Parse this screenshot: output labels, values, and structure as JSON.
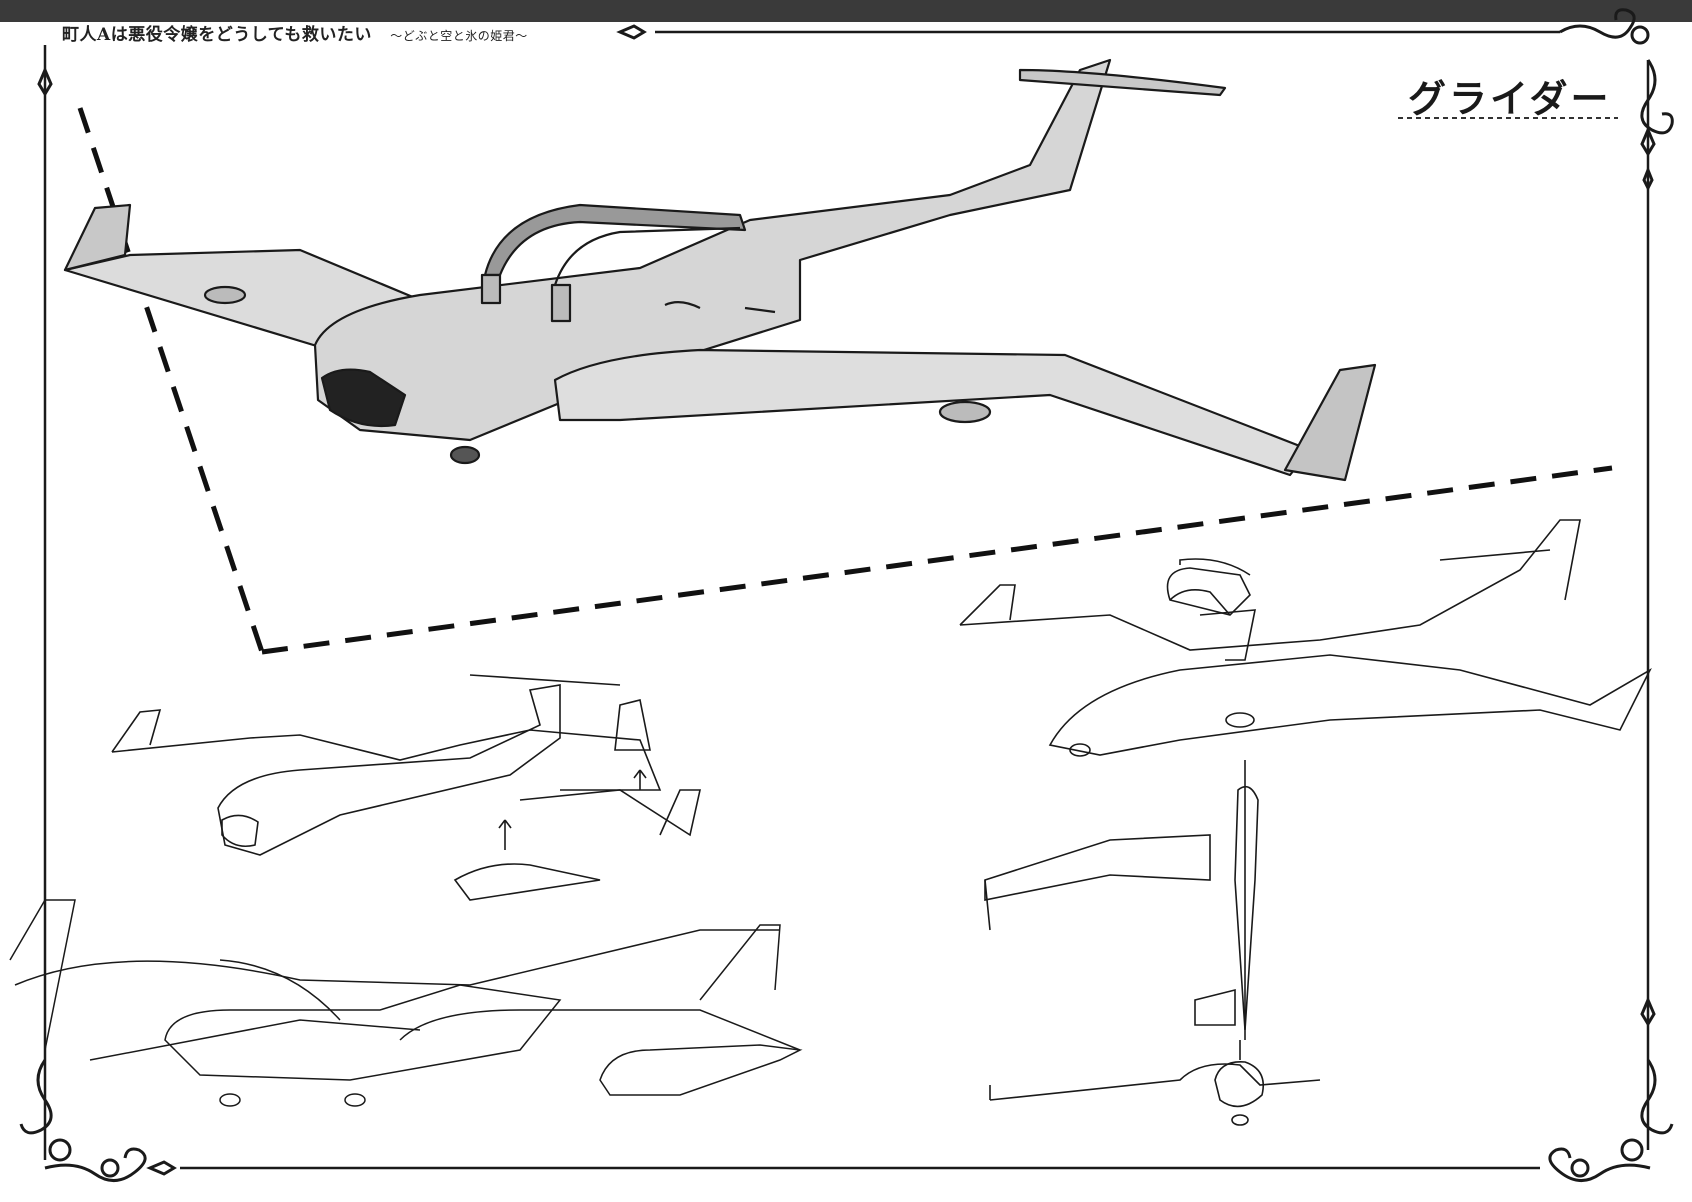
{
  "header": {
    "title": "町人Aは悪役令嬢をどうしても救いたい",
    "subtitle": "～どぶと空と氷の姫君～"
  },
  "section": {
    "title": "グライダー"
  },
  "colors": {
    "ink": "#1a1a1a",
    "top_bar": "#3a3a3a",
    "paper": "#ffffff",
    "shading": "#c8c8c8"
  }
}
